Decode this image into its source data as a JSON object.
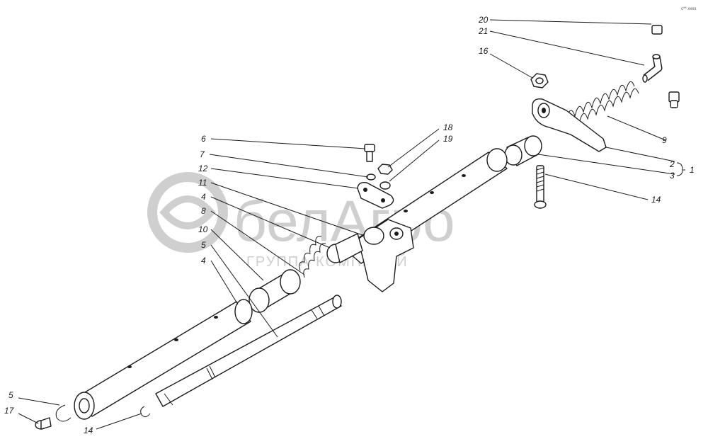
{
  "watermark": {
    "brand": "белАгро",
    "tagline": "ГРУППА КОМПАНИЙ"
  },
  "corner_note": "с** хххх",
  "callouts": {
    "c20": "20",
    "c21": "21",
    "c16": "16",
    "c9": "9",
    "c2": "2",
    "c3": "3",
    "c1": "1",
    "c14_right": "14",
    "c6": "6",
    "c18": "18",
    "c19": "19",
    "c7": "7",
    "c12": "12",
    "c11": "11",
    "c4_upper": "4",
    "c8": "8",
    "c10": "10",
    "c5_upper": "5",
    "c4_lower": "4",
    "c5_lower": "5",
    "c17": "17",
    "c14_lower": "14"
  },
  "colors": {
    "ink": "#1a1a1a",
    "watermark": "#cfcfcf",
    "background": "#ffffff"
  }
}
